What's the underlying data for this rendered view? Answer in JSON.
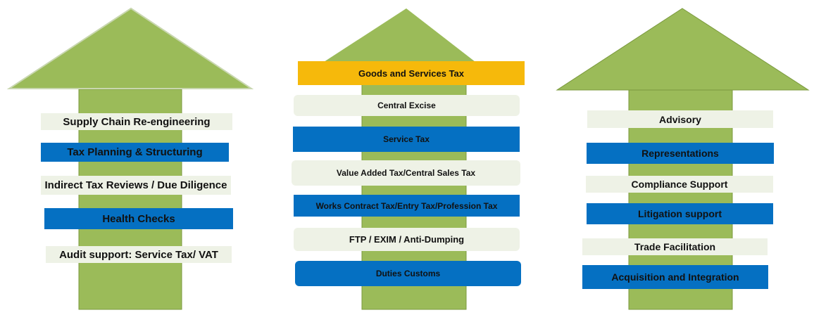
{
  "colors": {
    "arrow_fill": "#9bbb59",
    "arrow_stroke": "#7b9a3e",
    "light_box": "#eef2e6",
    "blue_box": "#0570c2",
    "gold_box": "#f6b90b"
  },
  "columns": [
    {
      "items": [
        {
          "label": "Supply Chain Re-engineering"
        },
        {
          "label": "Tax Planning & Structuring"
        },
        {
          "label": "Indirect Tax Reviews /  Due Diligence"
        },
        {
          "label": "Health Checks"
        },
        {
          "label": "Audit support: Service Tax/ VAT"
        }
      ]
    },
    {
      "items": [
        {
          "label": "Goods and Services Tax"
        },
        {
          "label": "Central Excise"
        },
        {
          "label": "Service Tax"
        },
        {
          "label": "Value Added Tax/Central Sales Tax"
        },
        {
          "label": "Works Contract Tax/Entry Tax/Profession Tax"
        },
        {
          "label": "FTP / EXIM / Anti-Dumping"
        },
        {
          "label": "Duties Customs"
        }
      ]
    },
    {
      "items": [
        {
          "label": "Advisory"
        },
        {
          "label": "Representations"
        },
        {
          "label": "Compliance Support"
        },
        {
          "label": "Litigation support"
        },
        {
          "label": "Trade Facilitation"
        },
        {
          "label": "Acquisition and Integration"
        }
      ]
    }
  ]
}
